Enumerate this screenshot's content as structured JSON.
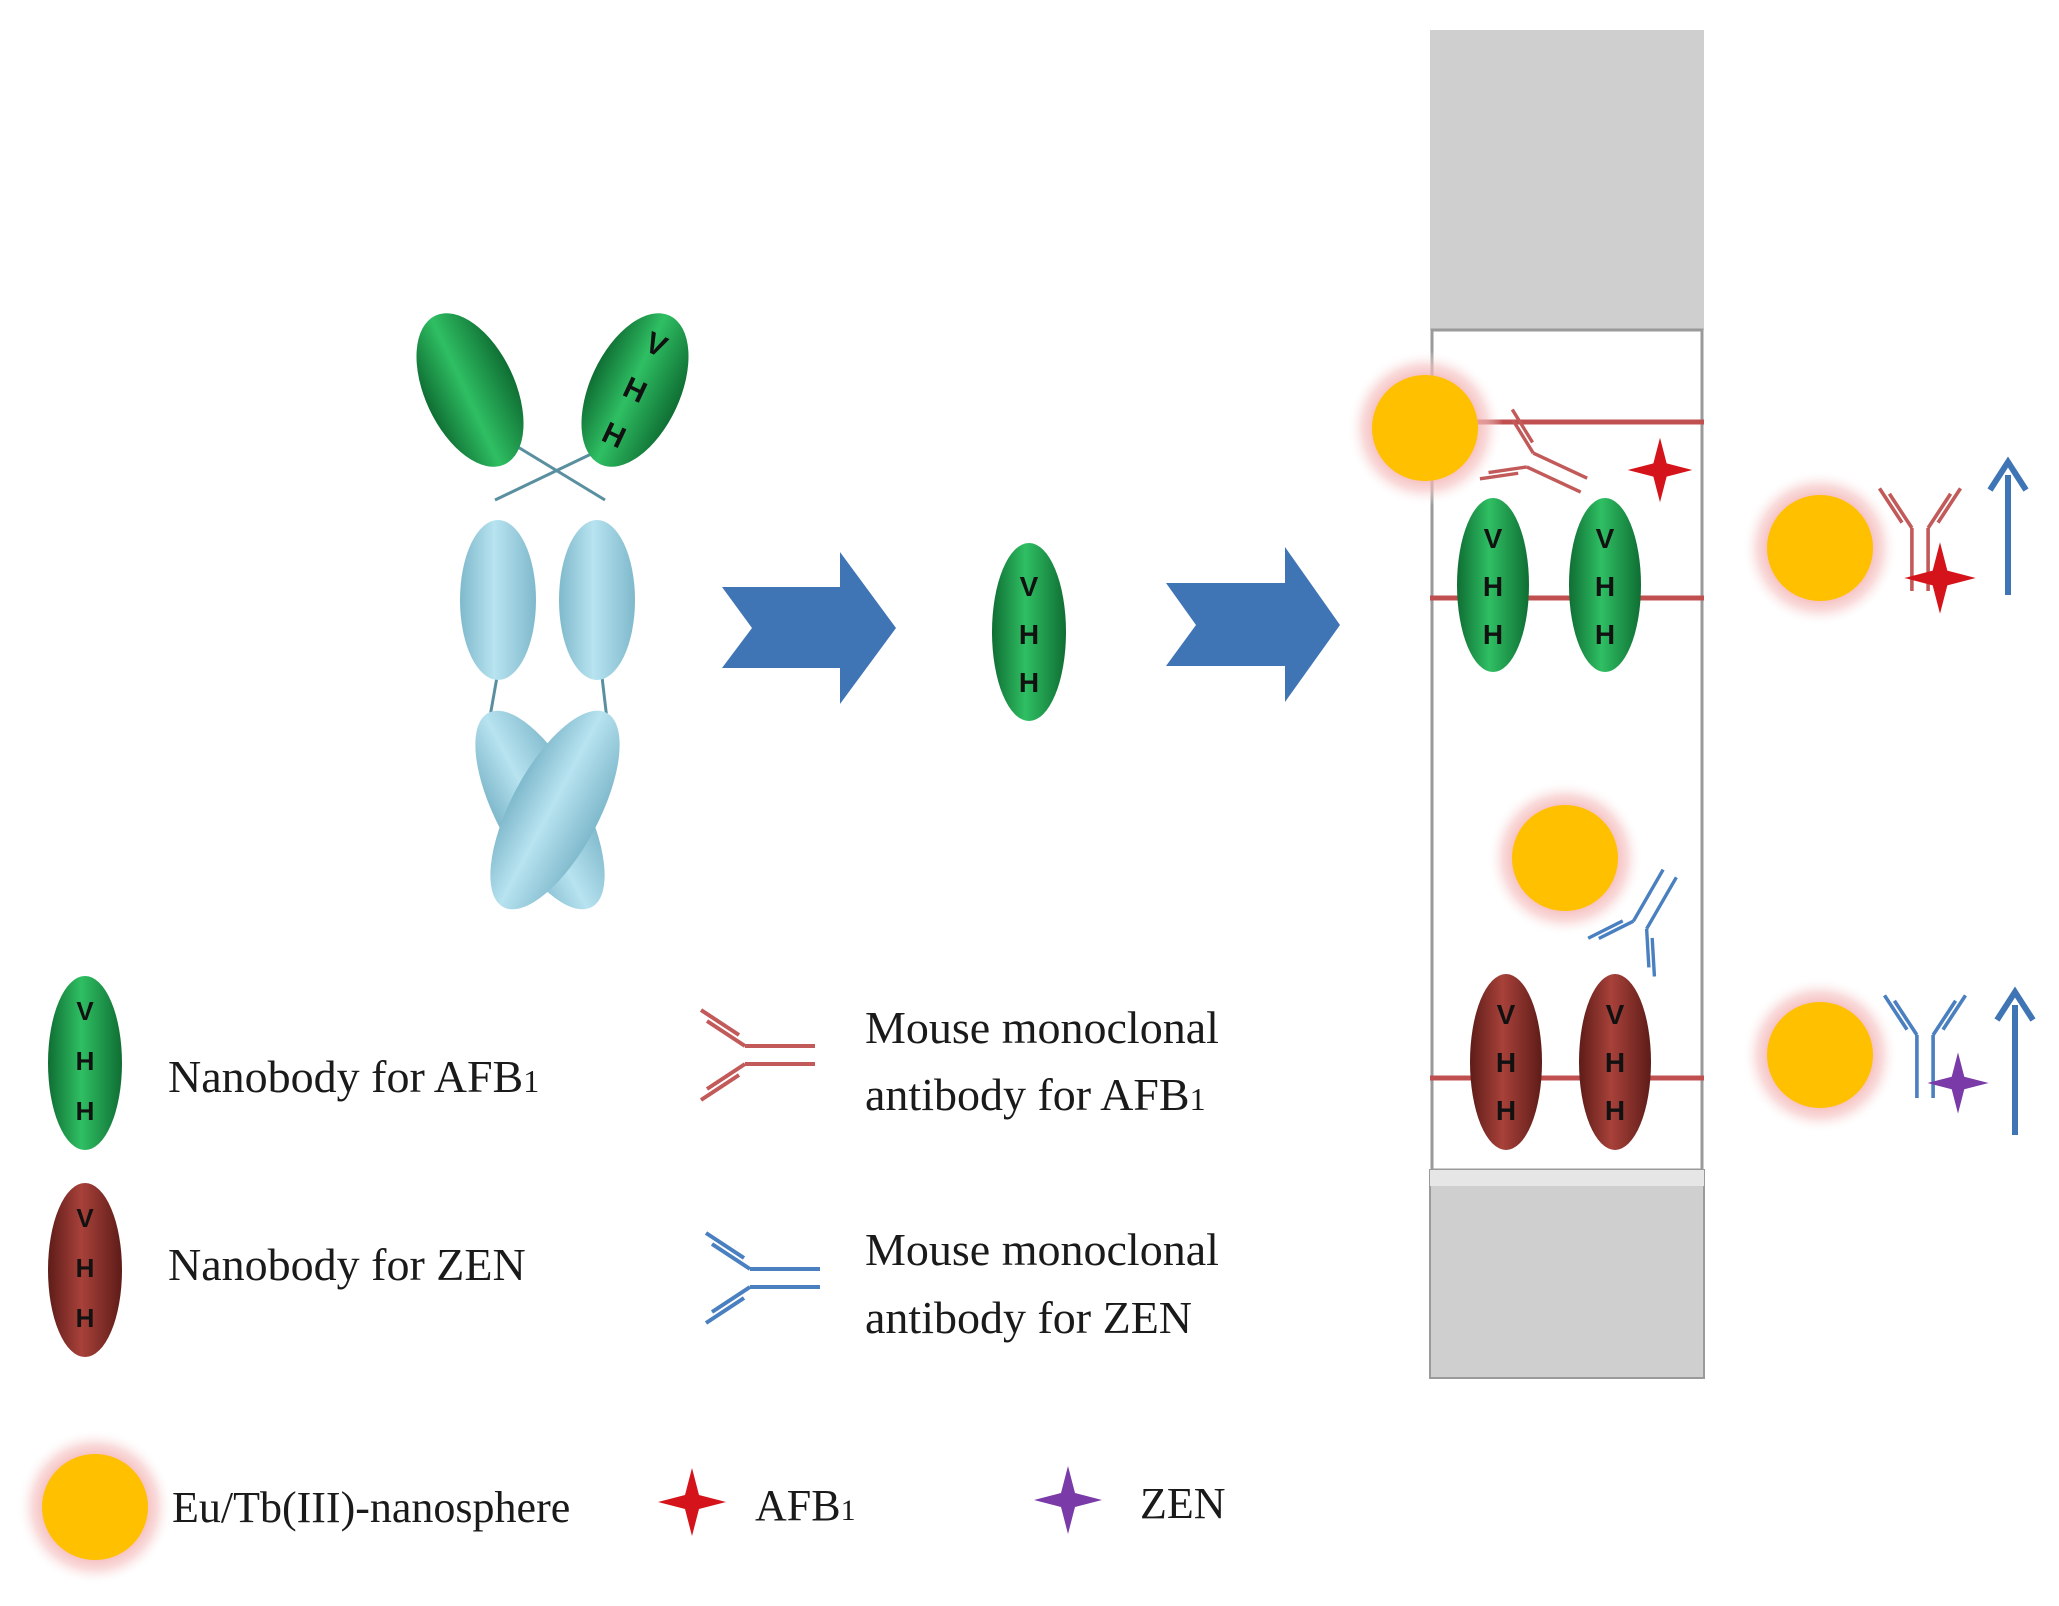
{
  "vhh_letters": [
    "V",
    "H",
    "H"
  ],
  "legend": {
    "nanobody_afb1": "Nanobody for AFB",
    "nanobody_zen": "Nanobody for ZEN",
    "mab_afb1_line1": "Mouse monoclonal",
    "mab_afb1_line2": "antibody for AFB",
    "mab_zen_line1": "Mouse monoclonal",
    "mab_zen_line2": "antibody for ZEN",
    "nanosphere": "Eu/Tb(III)-nanosphere",
    "afb1": "AFB",
    "zen": "ZEN",
    "subscript_one": "1"
  },
  "colors": {
    "green_nanobody": "#1f9a4b",
    "red_nanobody": "#8e2f2a",
    "light_blue_domain": "#9fd3e3",
    "process_arrow": "#3f74b5",
    "nanosphere_core": "#ffc000",
    "nanosphere_glow": "#e88a8a",
    "afb1_mark": "#d4141a",
    "zen_mark": "#7a3aa8",
    "mab_afb1": "#c25a5a",
    "mab_zen": "#4a7fc0",
    "test_line": "#c05050",
    "strip_pad": "#cfcfcf"
  },
  "icons": [
    "igg-antibody-icon",
    "process-arrow-icon",
    "vhh-nanobody-icon",
    "nanosphere-icon",
    "star-icon",
    "up-arrow-icon",
    "monoclonal-antibody-icon"
  ]
}
